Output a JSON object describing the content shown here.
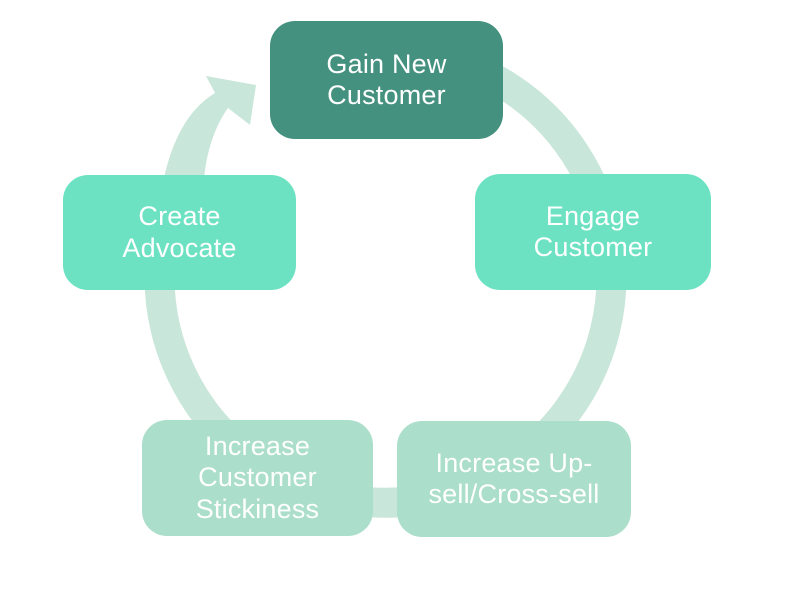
{
  "diagram": {
    "type": "cycle",
    "background": "#ffffff",
    "text_color": "#ffffff",
    "connector": {
      "color": "#c9e6da",
      "direction": "clockwise",
      "arrow_points_to": "Gain New Customer"
    },
    "nodes": [
      {
        "id": "gain-new-customer",
        "label": "Gain New\nCustomer",
        "position": "top",
        "fill": "#44917f"
      },
      {
        "id": "engage-customer",
        "label": "Engage\nCustomer",
        "position": "right",
        "fill": "#6ce2c2"
      },
      {
        "id": "increase-upsell-cross-sell",
        "label": "Increase Up-\nsell/Cross-sell",
        "position": "bottom-right",
        "fill": "#abdecb"
      },
      {
        "id": "increase-customer-stickiness",
        "label": "Increase\nCustomer\nStickiness",
        "position": "bottom-left",
        "fill": "#abdecb"
      },
      {
        "id": "create-advocate",
        "label": "Create\nAdvocate",
        "position": "left",
        "fill": "#6ce2c2"
      }
    ]
  }
}
